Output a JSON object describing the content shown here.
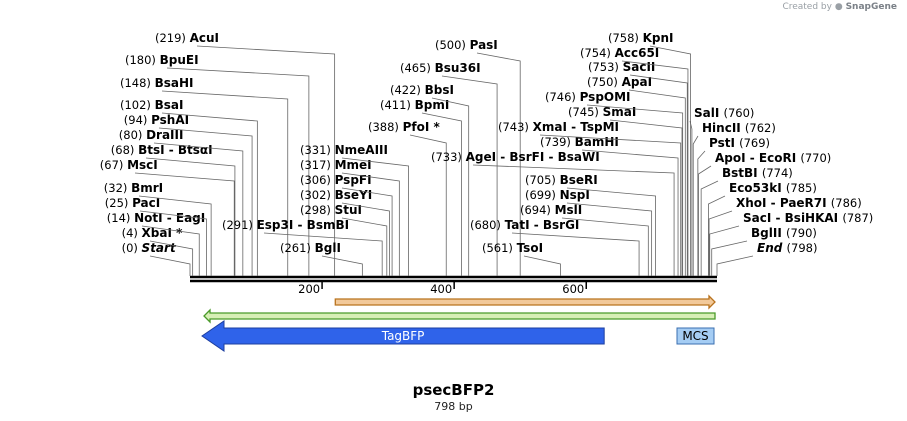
{
  "credit": {
    "prefix": "Created by",
    "brand": "SnapGene"
  },
  "plasmid": {
    "name": "psecBFP2",
    "length_label": "798 bp"
  },
  "ruler": {
    "min": 0,
    "max": 798,
    "ticks": [
      200,
      400,
      600
    ]
  },
  "sites": [
    {
      "pos": 0,
      "pos_label": "(0)",
      "name": "Start",
      "italic": true
    },
    {
      "pos": 4,
      "pos_label": "(4)",
      "name": "XbaI *"
    },
    {
      "pos": 14,
      "pos_label": "(14)",
      "name": "NotI - EagI"
    },
    {
      "pos": 25,
      "pos_label": "(25)",
      "name": "PacI"
    },
    {
      "pos": 32,
      "pos_label": "(32)",
      "name": "BmrI"
    },
    {
      "pos": 67,
      "pos_label": "(67)",
      "name": "MscI"
    },
    {
      "pos": 68,
      "pos_label": "(68)",
      "name": "BtsI - BtsαI"
    },
    {
      "pos": 80,
      "pos_label": "(80)",
      "name": "DraIII"
    },
    {
      "pos": 94,
      "pos_label": "(94)",
      "name": "PshAI"
    },
    {
      "pos": 102,
      "pos_label": "(102)",
      "name": "BsaI"
    },
    {
      "pos": 148,
      "pos_label": "(148)",
      "name": "BsaHI"
    },
    {
      "pos": 180,
      "pos_label": "(180)",
      "name": "BpuEI"
    },
    {
      "pos": 219,
      "pos_label": "(219)",
      "name": "AcuI"
    },
    {
      "pos": 261,
      "pos_label": "(261)",
      "name": "BglI"
    },
    {
      "pos": 291,
      "pos_label": "(291)",
      "name": "Esp3I - BsmBI"
    },
    {
      "pos": 298,
      "pos_label": "(298)",
      "name": "StuI"
    },
    {
      "pos": 302,
      "pos_label": "(302)",
      "name": "BseYI"
    },
    {
      "pos": 306,
      "pos_label": "(306)",
      "name": "PspFI"
    },
    {
      "pos": 317,
      "pos_label": "(317)",
      "name": "MmeI"
    },
    {
      "pos": 331,
      "pos_label": "(331)",
      "name": "NmeAIII"
    },
    {
      "pos": 388,
      "pos_label": "(388)",
      "name": "PfoI *"
    },
    {
      "pos": 411,
      "pos_label": "(411)",
      "name": "BpmI"
    },
    {
      "pos": 422,
      "pos_label": "(422)",
      "name": "BbsI"
    },
    {
      "pos": 465,
      "pos_label": "(465)",
      "name": "Bsu36I"
    },
    {
      "pos": 500,
      "pos_label": "(500)",
      "name": "PasI"
    },
    {
      "pos": 561,
      "pos_label": "(561)",
      "name": "TsoI"
    },
    {
      "pos": 680,
      "pos_label": "(680)",
      "name": "TatI - BsrGI"
    },
    {
      "pos": 694,
      "pos_label": "(694)",
      "name": "MslI"
    },
    {
      "pos": 699,
      "pos_label": "(699)",
      "name": "NspI"
    },
    {
      "pos": 705,
      "pos_label": "(705)",
      "name": "BseRI"
    },
    {
      "pos": 733,
      "pos_label": "(733)",
      "name": "AgeI - BsrFI - BsaWI"
    },
    {
      "pos": 739,
      "pos_label": "(739)",
      "name": "BamHI"
    },
    {
      "pos": 743,
      "pos_label": "(743)",
      "name": "XmaI - TspMI"
    },
    {
      "pos": 745,
      "pos_label": "(745)",
      "name": "SmaI"
    },
    {
      "pos": 746,
      "pos_label": "(746)",
      "name": "PspOMI"
    },
    {
      "pos": 750,
      "pos_label": "(750)",
      "name": "ApaI"
    },
    {
      "pos": 753,
      "pos_label": "(753)",
      "name": "SacII"
    },
    {
      "pos": 754,
      "pos_label": "(754)",
      "name": "Acc65I"
    },
    {
      "pos": 758,
      "pos_label": "(758)",
      "name": "KpnI"
    },
    {
      "pos": 760,
      "pos_label": "(760)",
      "name": "SalI"
    },
    {
      "pos": 762,
      "pos_label": "(762)",
      "name": "HincII"
    },
    {
      "pos": 769,
      "pos_label": "(769)",
      "name": "PstI"
    },
    {
      "pos": 770,
      "pos_label": "(770)",
      "name": "ApoI - EcoRI"
    },
    {
      "pos": 774,
      "pos_label": "(774)",
      "name": "BstBI"
    },
    {
      "pos": 785,
      "pos_label": "(785)",
      "name": "Eco53kI"
    },
    {
      "pos": 786,
      "pos_label": "(786)",
      "name": "XhoI - PaeR7I"
    },
    {
      "pos": 787,
      "pos_label": "(787)",
      "name": "SacI - BsiHKAI"
    },
    {
      "pos": 790,
      "pos_label": "(790)",
      "name": "BglII"
    },
    {
      "pos": 798,
      "pos_label": "(798)",
      "name": "End",
      "italic": true
    }
  ],
  "features": [
    {
      "name": "TagBFP",
      "start": 0,
      "end": 715,
      "direction": "reverse",
      "color": "#2f63ea",
      "label_color": "#ffffff"
    },
    {
      "name": "MCS",
      "start": 725,
      "end": 798,
      "direction": "none",
      "color": "#a5cdf4",
      "label_color": "#000000"
    }
  ],
  "orfs": [
    {
      "start": 220,
      "end": 798,
      "direction": "forward",
      "color": "#f2c99a",
      "stroke": "#b9731f"
    },
    {
      "start": 0,
      "end": 798,
      "direction": "reverse",
      "color": "#d7efb6",
      "stroke": "#4a9a2a"
    }
  ]
}
